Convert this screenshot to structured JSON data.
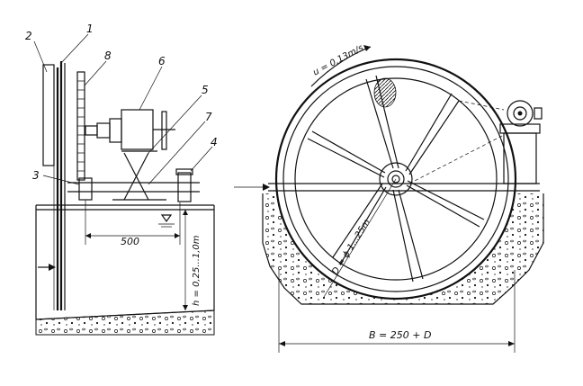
{
  "left_view": {
    "part_labels": [
      "1",
      "2",
      "3",
      "4",
      "5",
      "6",
      "7",
      "8"
    ],
    "dimension_horizontal": "500",
    "dimension_vertical": "h = 0,25...1,0m"
  },
  "right_view": {
    "speed_label": "u = 0,13m/s",
    "diameter_label": "D = ϕ 1...25m",
    "width_label": "B = 250 + D"
  },
  "colors": {
    "ink": "#111111",
    "paper": "#ffffff"
  }
}
